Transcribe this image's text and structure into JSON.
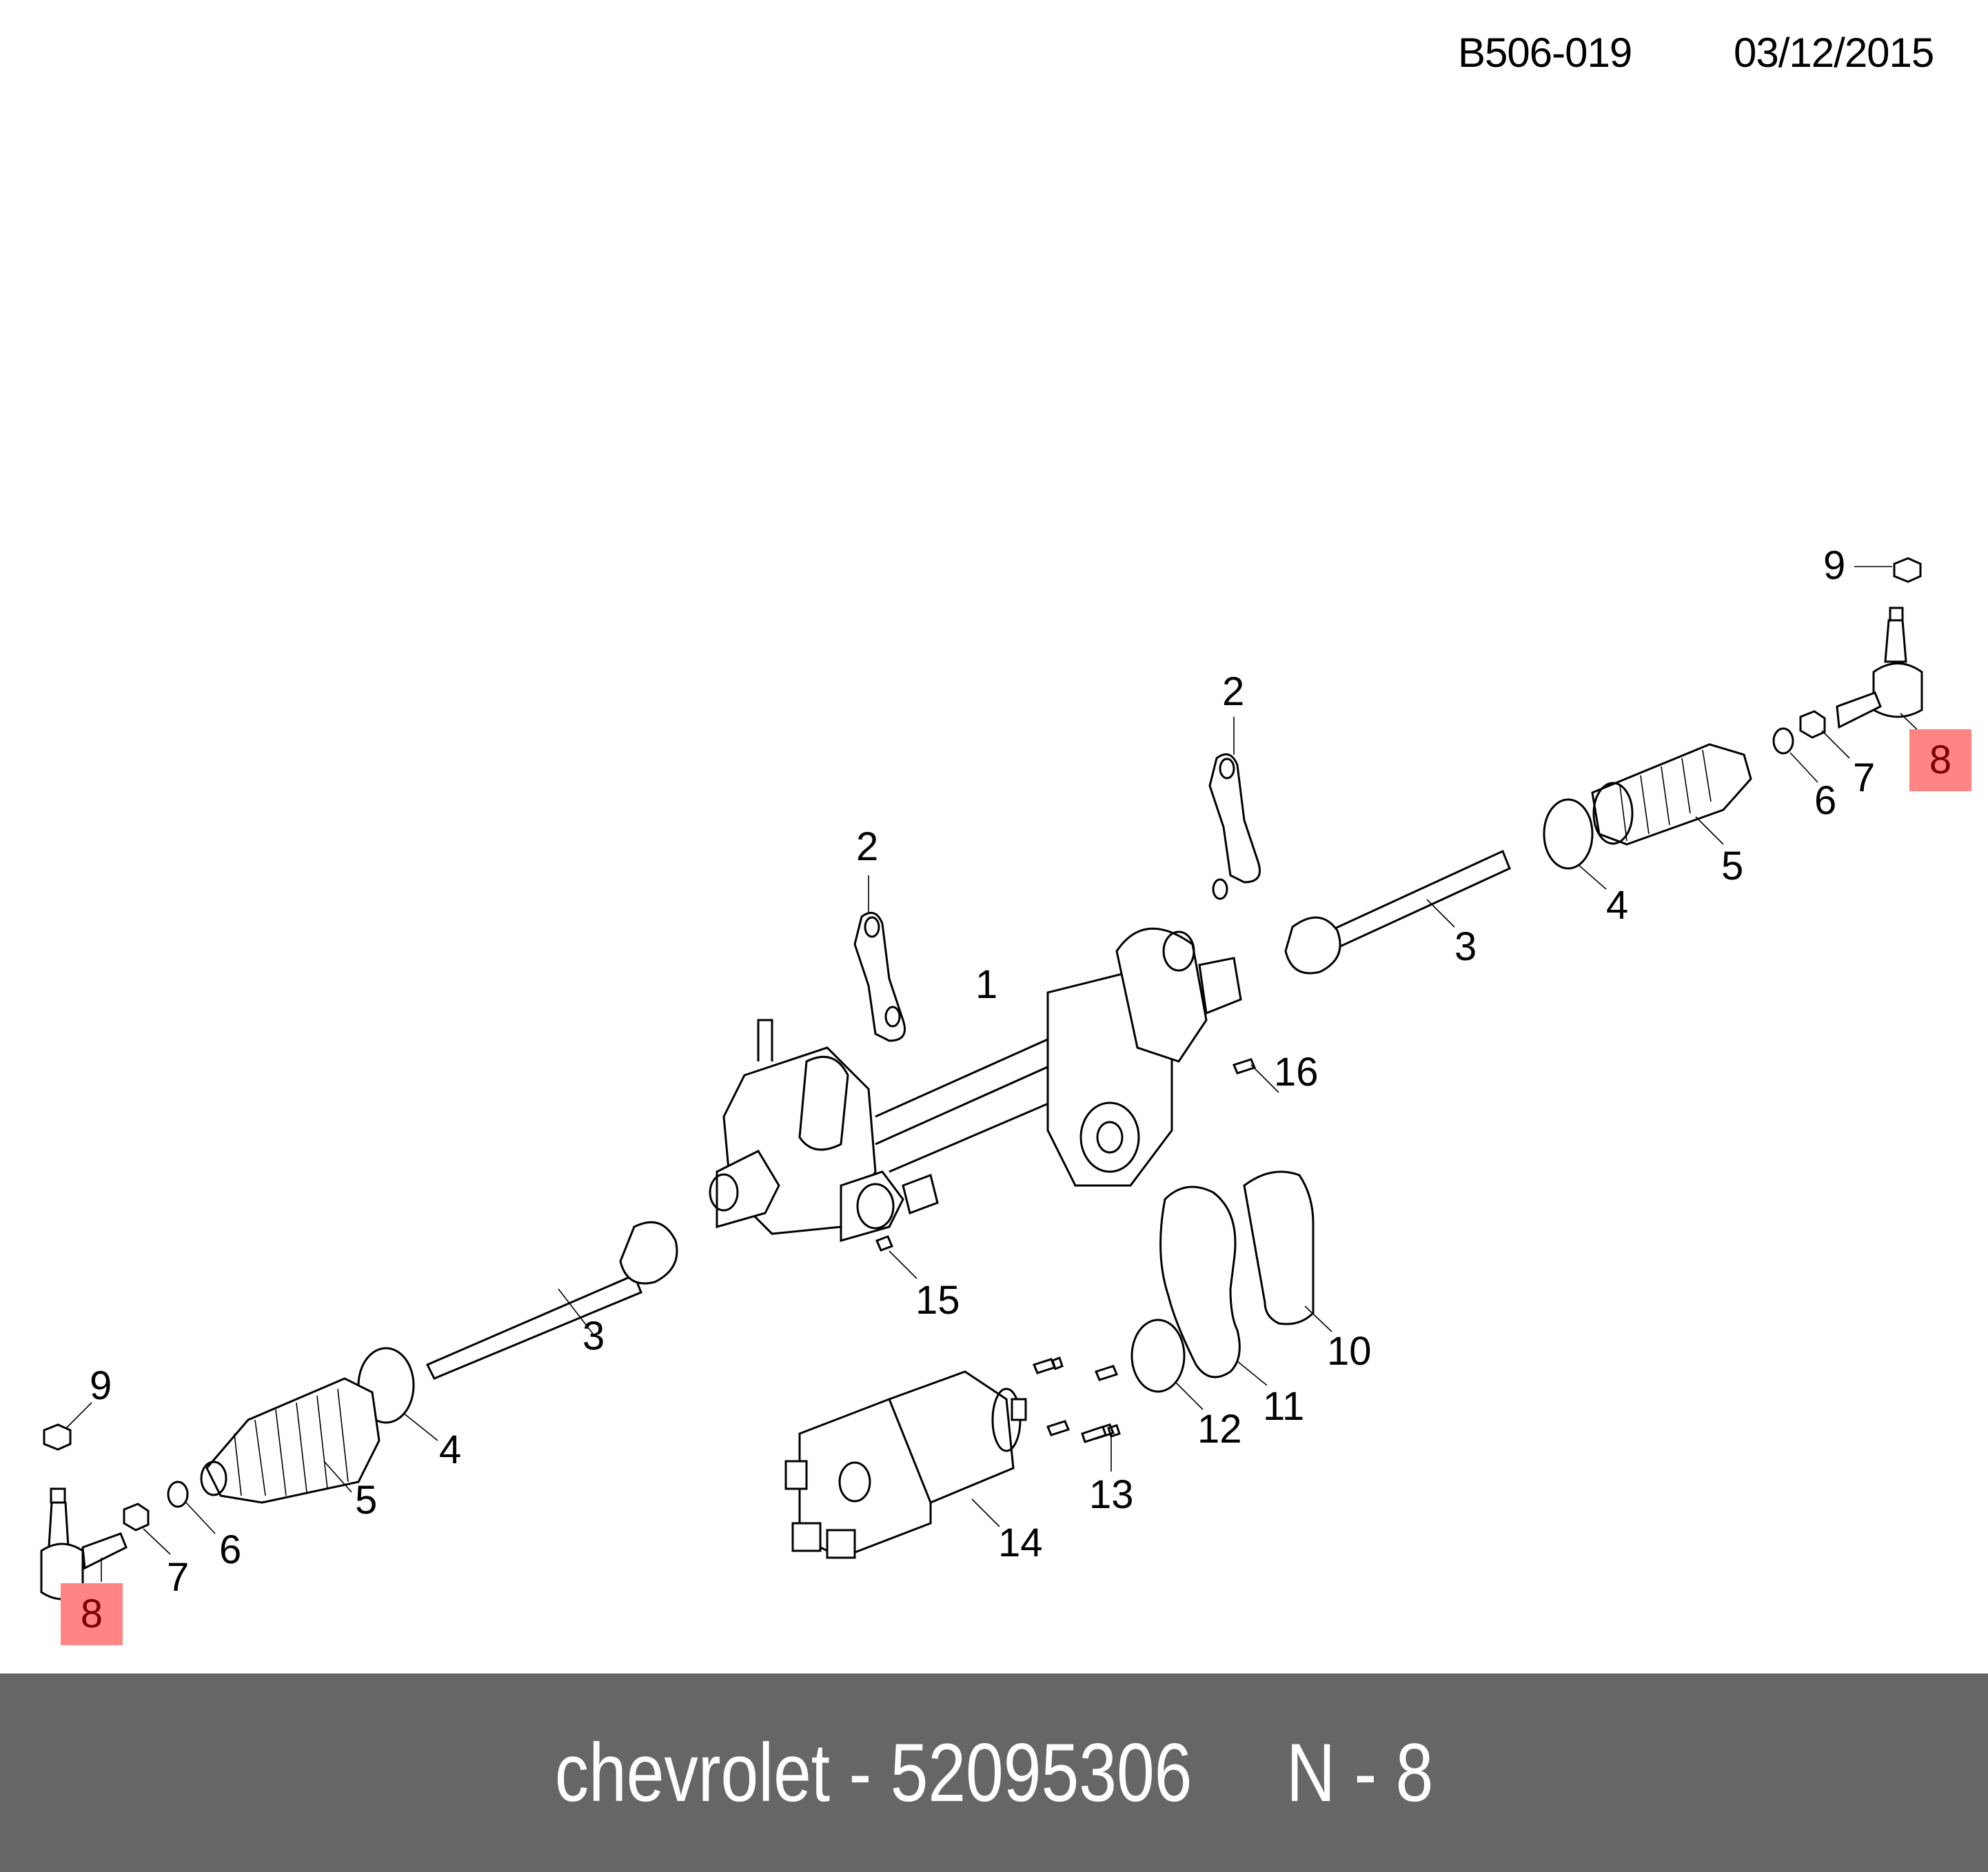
{
  "header": {
    "diagram_code": "B506-019",
    "date": "03/12/2015"
  },
  "diagram": {
    "title": "Steering gear assembly exploded view",
    "highlight_color": "#ff8585",
    "highlight_text_color": "#7a0000",
    "callouts": [
      {
        "id": "c1",
        "label": "1",
        "part": "steering-gear",
        "highlighted": false
      },
      {
        "id": "c2a",
        "label": "2",
        "part": "bracket-left",
        "highlighted": false
      },
      {
        "id": "c2b",
        "label": "2",
        "part": "bracket-right",
        "highlighted": false
      },
      {
        "id": "c3a",
        "label": "3",
        "part": "inner-tie-rod-left",
        "highlighted": false
      },
      {
        "id": "c3b",
        "label": "3",
        "part": "inner-tie-rod-right",
        "highlighted": false
      },
      {
        "id": "c4a",
        "label": "4",
        "part": "boot-clamp-large-left",
        "highlighted": false
      },
      {
        "id": "c4b",
        "label": "4",
        "part": "boot-clamp-large-right",
        "highlighted": false
      },
      {
        "id": "c5a",
        "label": "5",
        "part": "boot-left",
        "highlighted": false
      },
      {
        "id": "c5b",
        "label": "5",
        "part": "boot-right",
        "highlighted": false
      },
      {
        "id": "c6a",
        "label": "6",
        "part": "boot-clamp-small-left",
        "highlighted": false
      },
      {
        "id": "c6b",
        "label": "6",
        "part": "boot-clamp-small-right",
        "highlighted": false
      },
      {
        "id": "c7a",
        "label": "7",
        "part": "jam-nut-left",
        "highlighted": false
      },
      {
        "id": "c7b",
        "label": "7",
        "part": "jam-nut-right",
        "highlighted": false
      },
      {
        "id": "c8a",
        "label": "8",
        "part": "outer-tie-rod-end-left",
        "highlighted": true
      },
      {
        "id": "c8b",
        "label": "8",
        "part": "outer-tie-rod-end-right",
        "highlighted": true
      },
      {
        "id": "c9a",
        "label": "9",
        "part": "nut-left",
        "highlighted": false
      },
      {
        "id": "c9b",
        "label": "9",
        "part": "nut-right",
        "highlighted": false
      },
      {
        "id": "c10",
        "label": "10",
        "part": "belt",
        "highlighted": false
      },
      {
        "id": "c11",
        "label": "11",
        "part": "gasket",
        "highlighted": false
      },
      {
        "id": "c12",
        "label": "12",
        "part": "o-ring",
        "highlighted": false
      },
      {
        "id": "c13",
        "label": "13",
        "part": "bolt",
        "highlighted": false
      },
      {
        "id": "c14",
        "label": "14",
        "part": "motor",
        "highlighted": false
      },
      {
        "id": "c15",
        "label": "15",
        "part": "clip",
        "highlighted": false
      },
      {
        "id": "c16",
        "label": "16",
        "part": "bolt",
        "highlighted": false
      }
    ]
  },
  "footer": {
    "text": "chevrolet - 52095306     N - 8",
    "background": "#666666",
    "color": "#ffffff"
  }
}
